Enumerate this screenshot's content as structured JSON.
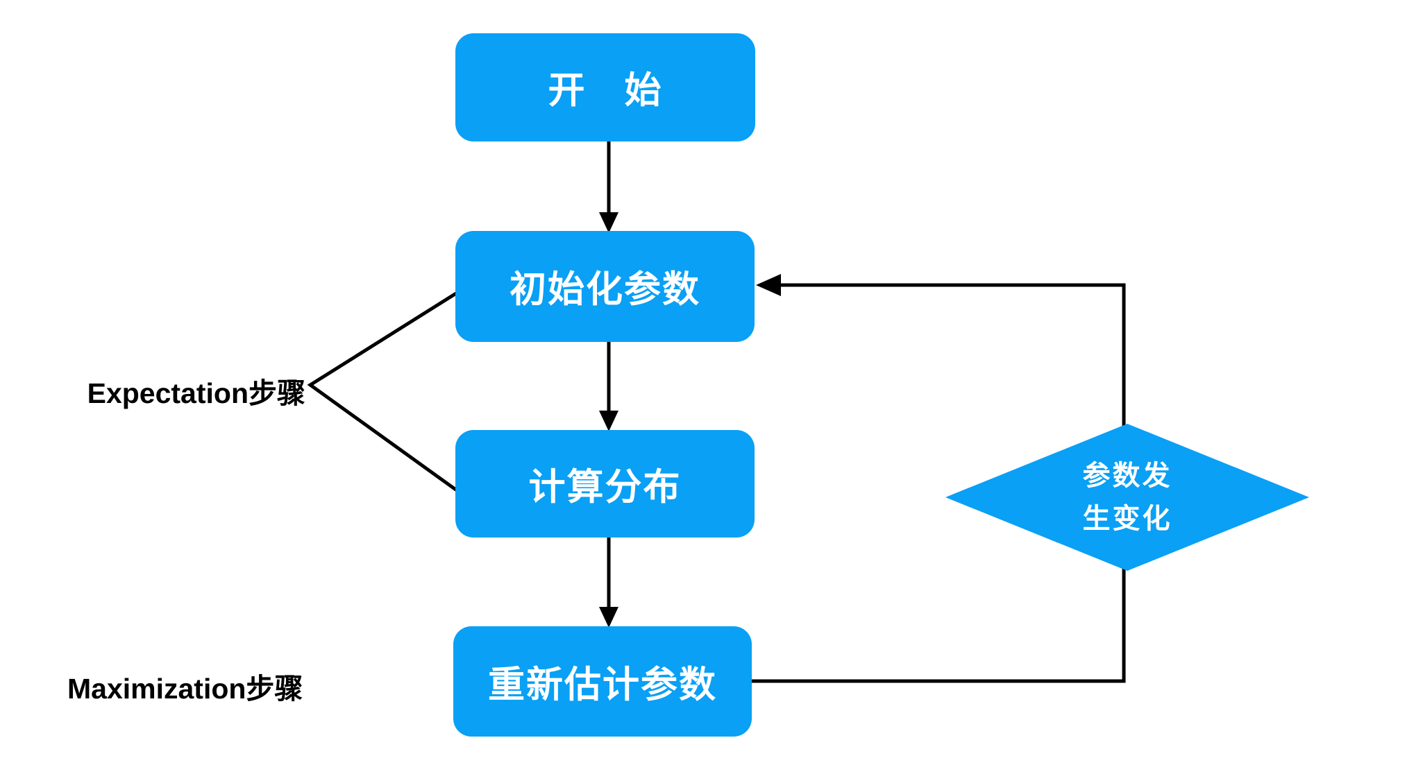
{
  "nodes": {
    "start": {
      "label": "开　始"
    },
    "init_params": {
      "label": "初始化参数"
    },
    "compute_distribution": {
      "label": "计算分布"
    },
    "reestimate_params": {
      "label": "重新估计参数"
    },
    "params_changed": {
      "label_line1": "参数发",
      "label_line2": "生变化"
    }
  },
  "annotations": {
    "expectation": {
      "label": "Expectation步骤"
    },
    "maximization": {
      "label": "Maximization步骤"
    }
  },
  "edges": [
    {
      "from": "start",
      "to": "init_params",
      "type": "arrow-down"
    },
    {
      "from": "init_params",
      "to": "compute_distribution",
      "type": "arrow-down"
    },
    {
      "from": "compute_distribution",
      "to": "reestimate_params",
      "type": "arrow-down"
    },
    {
      "from": "reestimate_params",
      "to": "params_changed",
      "type": "line"
    },
    {
      "from": "params_changed",
      "to": "init_params",
      "type": "arrow-left"
    },
    {
      "from": "expectation",
      "to": "init_params,compute_distribution",
      "type": "bracket"
    }
  ],
  "colors": {
    "node_fill": "#09a0f5",
    "node_text": "#ffffff",
    "connector": "#000000",
    "annotation_text": "#000000",
    "background": "#ffffff"
  }
}
